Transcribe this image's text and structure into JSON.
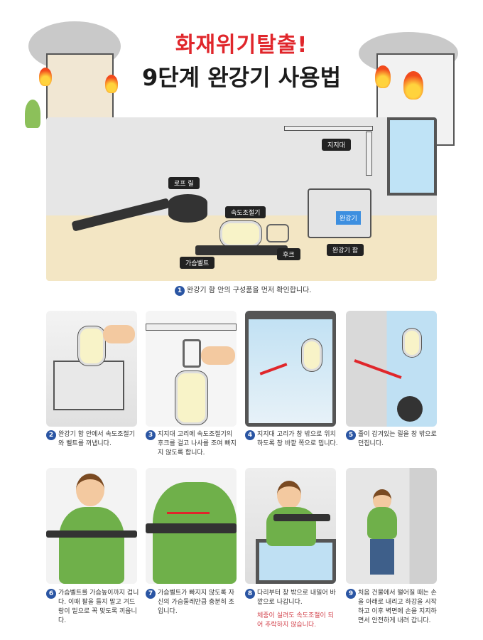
{
  "header": {
    "title_red": "화재위기탈출!",
    "title_main": "9단계 완강기 사용법"
  },
  "overview": {
    "labels": {
      "support": "지지대",
      "rope_reel": "로프 릴",
      "speed_controller": "속도조절기",
      "hook": "후크",
      "chest_belt": "가슴벨트",
      "box": "완강기 함",
      "box_label": "완강기"
    },
    "step": {
      "num": "1",
      "text": "완강기 함 안의 구성품을 먼저 확인합니다."
    }
  },
  "steps": [
    {
      "num": "2",
      "text": "완강기 함 안에서 속도조절기와 벨트를 꺼냅니다."
    },
    {
      "num": "3",
      "text": "지지대 고리에 속도조절기의 후크를 걸고 나사를 조여 빠지지 않도록 합니다."
    },
    {
      "num": "4",
      "text": "지지대 고리가 창 밖으로 위치하도록 창 바깥 쪽으로 밉니다."
    },
    {
      "num": "5",
      "text": "줄이 감겨있는 릴을 창 밖으로 던집니다."
    },
    {
      "num": "6",
      "text": "가슴벨트를 가슴높이까지 겁니다. 이때 팔을 들지 말고 겨드랑이 밑으로 꼭 맞도록 끼웁니다."
    },
    {
      "num": "7",
      "text": "가슴벨트가 빠지지 않도록 자신의 가슴둘레만큼 충분히 조입니다."
    },
    {
      "num": "8",
      "text": "다리부터 창 밖으로 내밀어 바깥으로 나갑니다.",
      "note": "체중이 실려도 속도조절이 되어 추락하지 않습니다."
    },
    {
      "num": "9",
      "text": "처음 건물에서 떨어질 때는 손을 아래로 내리고 하강을 시작하고 이후 벽면에 손을 지지하면서 안전하게 내려 갑니다."
    }
  ]
}
